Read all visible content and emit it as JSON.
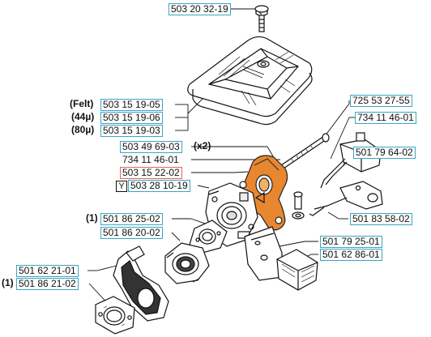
{
  "labels": {
    "bolt_top": "503 20 32-19",
    "filter_felt_prefix": "(Felt)",
    "filter_felt": "503 15 19-05",
    "filter_44_prefix": "(44µ)",
    "filter_44": "503 15 19-06",
    "filter_80_prefix": "(80µ)",
    "filter_80": "503 15 19-03",
    "r1": "725 53 27-55",
    "r2": "734 11 46-01",
    "r3": "501 79 64-02",
    "screw_x2": "503 49 69-03",
    "screw_x2_suffix": "(x2)",
    "washer": "734 11 46-01",
    "carb_bracket": "503 15 22-02",
    "carb_y_marker": "Y",
    "carburetor": "503 28 10-19",
    "gasket_prefix": "(1)",
    "gasket": "501 86 25-02",
    "intake": "501 86 20-02",
    "link": "501 83 58-02",
    "plate_a": "501 79 25-01",
    "plate_b": "501 62 86-01",
    "elbow": "501 62 21-01",
    "bottom_gasket_prefix": "(1)",
    "bottom_gasket": "501 86 21-02"
  }
}
